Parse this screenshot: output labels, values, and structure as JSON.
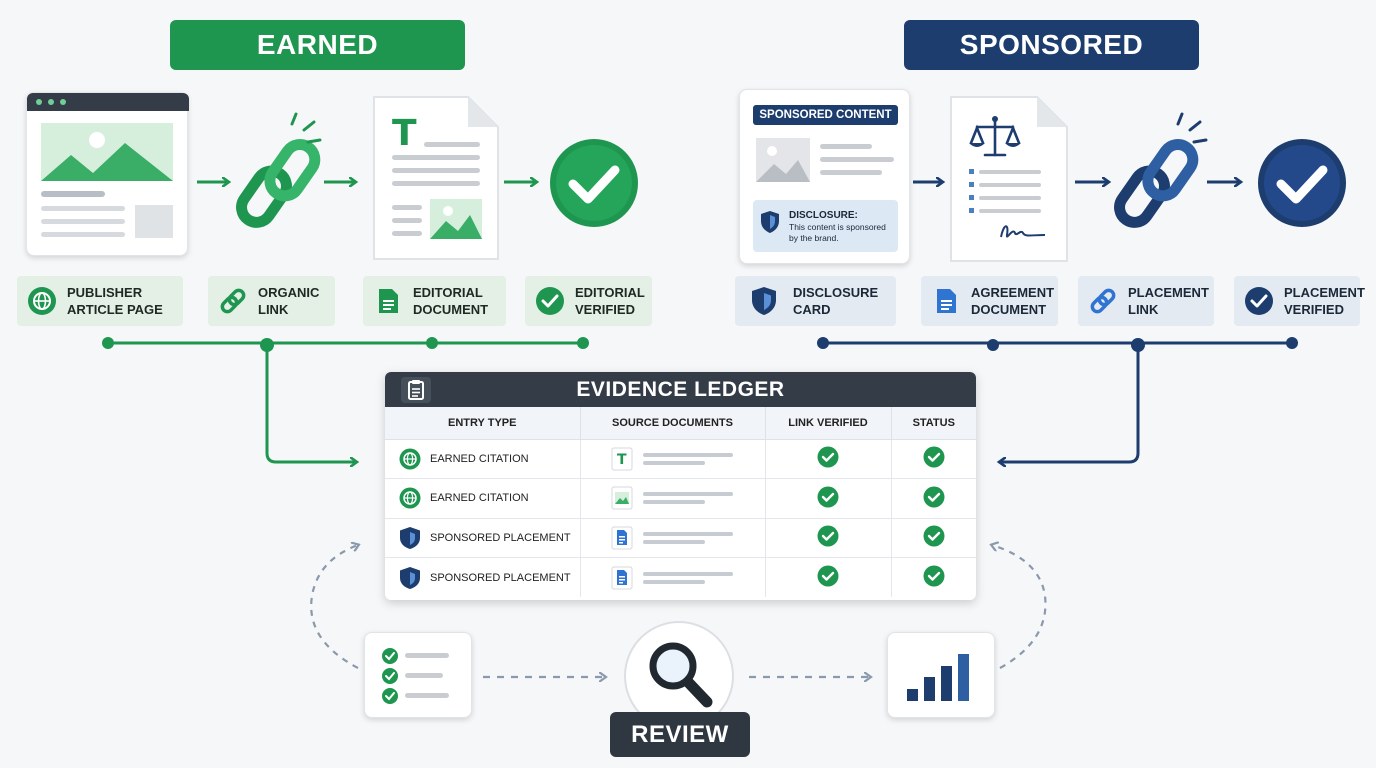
{
  "earned": {
    "title": "EARNED",
    "labels": [
      "PUBLISHER\nARTICLE PAGE",
      "ORGANIC\nLINK",
      "EDITORIAL\nDOCUMENT",
      "EDITORIAL\nVERIFIED"
    ]
  },
  "sponsored": {
    "title": "SPONSORED",
    "labels": [
      "DISCLOSURE\nCARD",
      "AGREEMENT\nDOCUMENT",
      "PLACEMENT\nLINK",
      "PLACEMENT\nVERIFIED"
    ],
    "card": {
      "badge": "SPONSORED CONTENT",
      "disclosure_title": "DISCLOSURE:",
      "disclosure_text": "This content is sponsored\nby the brand."
    }
  },
  "ledger": {
    "title": "EVIDENCE LEDGER",
    "columns": [
      "ENTRY TYPE",
      "SOURCE DOCUMENTS",
      "LINK VERIFIED",
      "STATUS"
    ],
    "rows": [
      {
        "entry": "EARNED CITATION",
        "kind": "earned",
        "doc_icon": "text-document-icon"
      },
      {
        "entry": "EARNED CITATION",
        "kind": "earned",
        "doc_icon": "image-document-icon"
      },
      {
        "entry": "SPONSORED PLACEMENT",
        "kind": "sponsored",
        "doc_icon": "blue-document-icon"
      },
      {
        "entry": "SPONSORED PLACEMENT",
        "kind": "sponsored",
        "doc_icon": "blue-document-icon"
      }
    ]
  },
  "review": {
    "label": "REVIEW"
  },
  "colors": {
    "green": "#1f9650",
    "blue": "#1c3d6e",
    "dark": "#2f3740"
  }
}
